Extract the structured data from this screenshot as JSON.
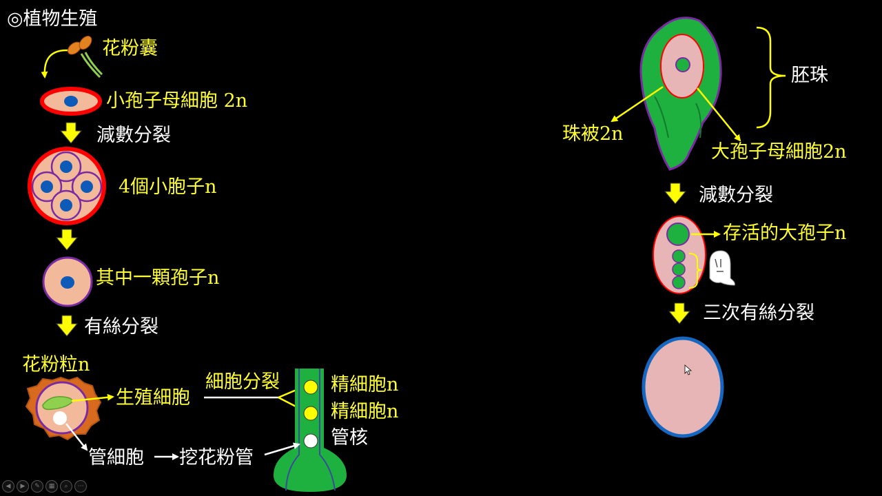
{
  "title": "◎植物生殖",
  "colors": {
    "label_yellow": "#ffff33",
    "label_white": "#ffffff",
    "arrow_yellow": "#ffff00",
    "cell_pink": "#f2b99a",
    "ovule_green": "#1fb13f",
    "megaspore_pink": "#e7b5b5",
    "nucleus_blue": "#0d5ab8",
    "wall_red": "#ff0000",
    "wall_purple": "#7a2aa3",
    "embryo_sac_border": "#1567c2"
  },
  "male": {
    "anther": "花粉囊",
    "microspore_mother_cell": "小孢子母細胞 2n",
    "meiosis": "減數分裂",
    "four_microspores": "4個小胞子n",
    "one_spore": "其中一顆孢子n",
    "mitosis": "有絲分裂",
    "pollen_grain": "花粉粒n",
    "generative_cell": "生殖細胞",
    "cell_division": "細胞分裂",
    "sperm_1": "精細胞n",
    "sperm_2": "精細胞n",
    "tube_nucleus": "管核",
    "tube_cell": "管細胞",
    "pollen_tube": "挖花粉管"
  },
  "female": {
    "ovule": "胚珠",
    "integument": "珠被2n",
    "megaspore_mother_cell": "大孢子母細胞2n",
    "meiosis": "減數分裂",
    "surviving_megaspore": "存活的大孢子n",
    "three_mitoses": "三次有絲分裂"
  },
  "toolbar": {
    "prev_icon": "◀",
    "next_icon": "▶",
    "pen_icon": "✎",
    "slides_icon": "▦",
    "zoom_icon": "⌕",
    "more_icon": "⋯"
  }
}
